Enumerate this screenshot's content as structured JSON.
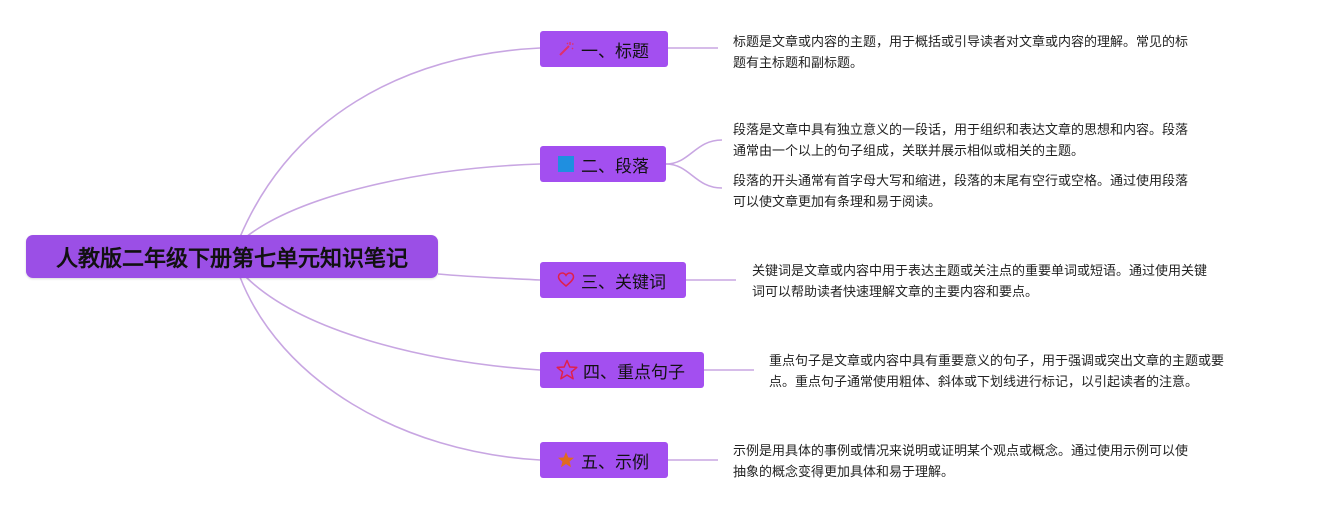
{
  "root": {
    "title": "人教版二年级下册第七单元知识笔记"
  },
  "branches": [
    {
      "label": "一、标题",
      "icon": "magic-wand-icon",
      "notes": [
        [
          "标题是文章或内容的主题，用于概括或引导读者对文章或内容的理解。常见的标",
          "题有主标题和副标题。"
        ]
      ]
    },
    {
      "label": "二、段落",
      "icon": "blue-square-icon",
      "notes": [
        [
          "段落是文章中具有独立意义的一段话，用于组织和表达文章的思想和内容。段落",
          "通常由一个以上的句子组成，关联并展示相似或相关的主题。"
        ],
        [
          "段落的开头通常有首字母大写和缩进，段落的末尾有空行或空格。通过使用段落",
          "可以使文章更加有条理和易于阅读。"
        ]
      ]
    },
    {
      "label": "三、关键词",
      "icon": "heart-icon",
      "notes": [
        [
          "关键词是文章或内容中用于表达主题或关注点的重要单词或短语。通过使用关键",
          "词可以帮助读者快速理解文章的主要内容和要点。"
        ]
      ]
    },
    {
      "label": "四、重点句子",
      "icon": "star-outline-icon",
      "notes": [
        [
          "重点句子是文章或内容中具有重要意义的句子，用于强调或突出文章的主题或要",
          "点。重点句子通常使用粗体、斜体或下划线进行标记，以引起读者的注意。"
        ]
      ]
    },
    {
      "label": "五、示例",
      "icon": "star-filled-icon",
      "notes": [
        [
          "示例是用具体的事例或情况来说明或证明某个观点或概念。通过使用示例可以使",
          "抽象的概念变得更加具体和易于理解。"
        ]
      ]
    }
  ],
  "colors": {
    "root_fill": "#9b4fe6",
    "branch_fill": "#a34ff0",
    "connector": "#c8a6e2",
    "wand": "#e0306a",
    "square": "#1f8fe0",
    "heart": "#e0204a",
    "star_outline": "#e0204a",
    "star_filled": "#e06a20"
  }
}
